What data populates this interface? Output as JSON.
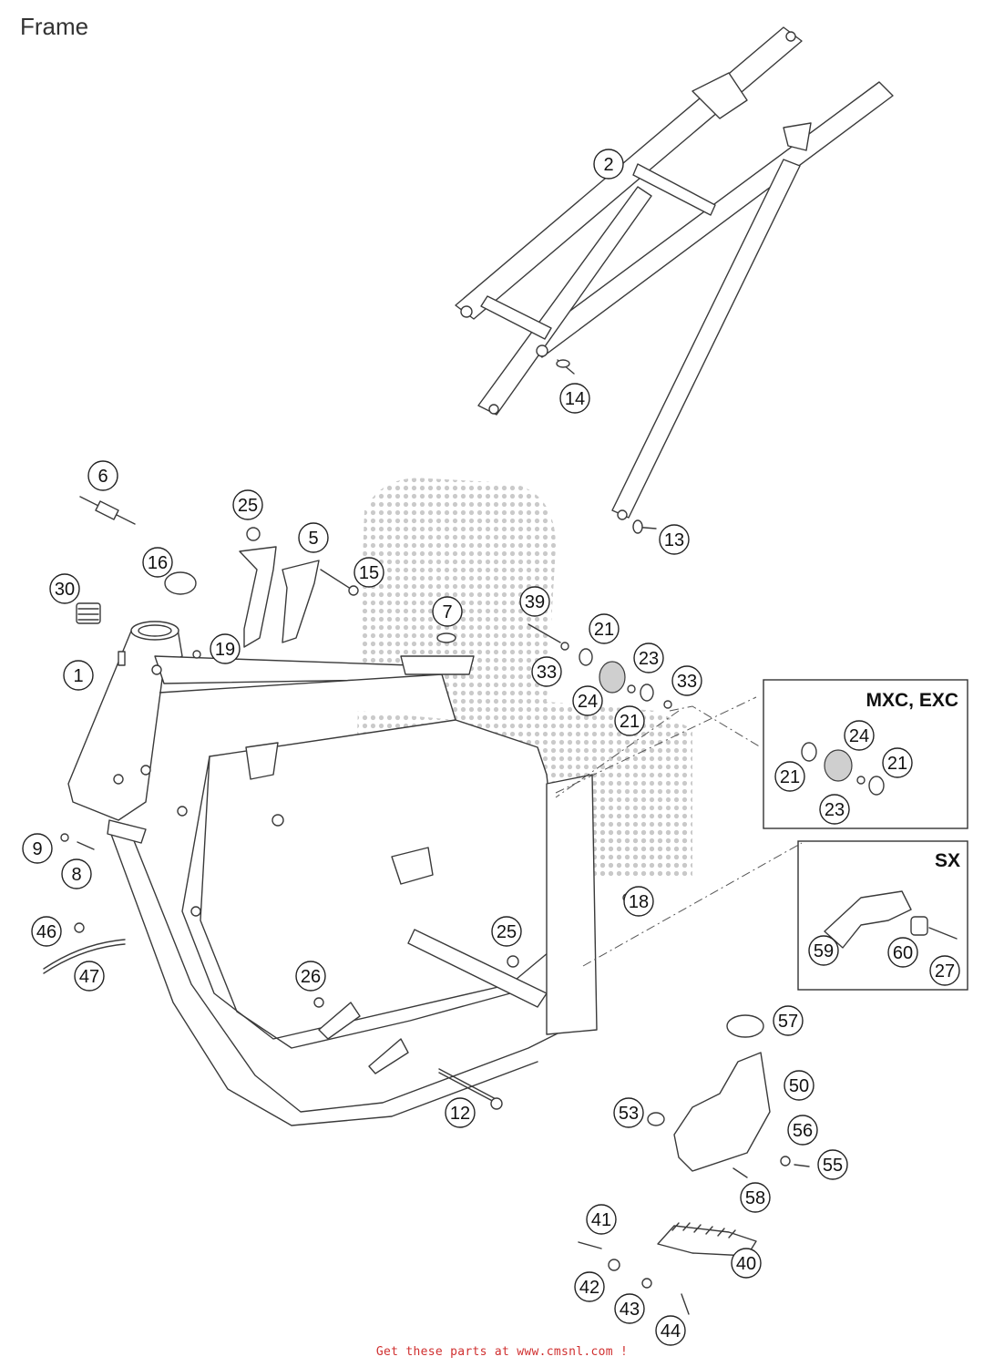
{
  "title": "Frame",
  "footer": "Get these parts at www.cmsnl.com !",
  "insets": {
    "mxc_exc": "MXC, EXC",
    "sx": "SX"
  },
  "parts": [
    {
      "id": "part-2",
      "label": "2"
    },
    {
      "id": "part-14",
      "label": "14"
    },
    {
      "id": "part-6",
      "label": "6"
    },
    {
      "id": "part-25-top",
      "label": "25"
    },
    {
      "id": "part-13",
      "label": "13"
    },
    {
      "id": "part-5",
      "label": "5"
    },
    {
      "id": "part-16",
      "label": "16"
    },
    {
      "id": "part-15",
      "label": "15"
    },
    {
      "id": "part-30",
      "label": "30"
    },
    {
      "id": "part-7",
      "label": "7"
    },
    {
      "id": "part-39",
      "label": "39"
    },
    {
      "id": "part-21-a",
      "label": "21"
    },
    {
      "id": "part-19",
      "label": "19"
    },
    {
      "id": "part-23-a",
      "label": "23"
    },
    {
      "id": "part-33-a",
      "label": "33"
    },
    {
      "id": "part-33-b",
      "label": "33"
    },
    {
      "id": "part-1",
      "label": "1"
    },
    {
      "id": "part-24-a",
      "label": "24"
    },
    {
      "id": "part-21-b",
      "label": "21"
    },
    {
      "id": "part-24-b",
      "label": "24"
    },
    {
      "id": "part-21-c",
      "label": "21"
    },
    {
      "id": "part-21-d",
      "label": "21"
    },
    {
      "id": "part-23-b",
      "label": "23"
    },
    {
      "id": "part-9",
      "label": "9"
    },
    {
      "id": "part-8",
      "label": "8"
    },
    {
      "id": "part-18",
      "label": "18"
    },
    {
      "id": "part-46",
      "label": "46"
    },
    {
      "id": "part-25-bottom",
      "label": "25"
    },
    {
      "id": "part-59",
      "label": "59"
    },
    {
      "id": "part-60",
      "label": "60"
    },
    {
      "id": "part-47",
      "label": "47"
    },
    {
      "id": "part-26",
      "label": "26"
    },
    {
      "id": "part-27",
      "label": "27"
    },
    {
      "id": "part-57",
      "label": "57"
    },
    {
      "id": "part-50",
      "label": "50"
    },
    {
      "id": "part-12",
      "label": "12"
    },
    {
      "id": "part-53",
      "label": "53"
    },
    {
      "id": "part-56",
      "label": "56"
    },
    {
      "id": "part-55",
      "label": "55"
    },
    {
      "id": "part-58",
      "label": "58"
    },
    {
      "id": "part-41",
      "label": "41"
    },
    {
      "id": "part-40",
      "label": "40"
    },
    {
      "id": "part-42",
      "label": "42"
    },
    {
      "id": "part-43",
      "label": "43"
    },
    {
      "id": "part-44",
      "label": "44"
    }
  ]
}
